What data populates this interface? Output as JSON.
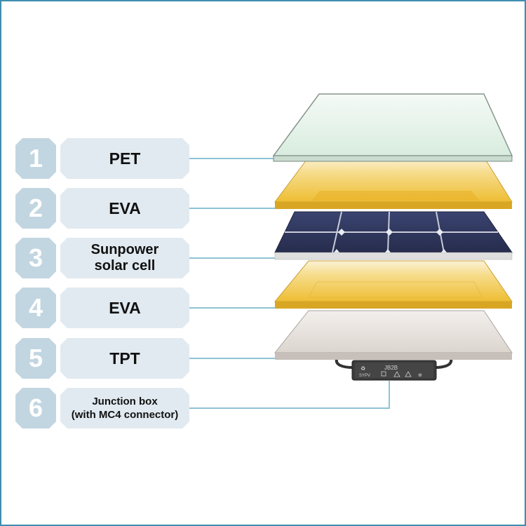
{
  "layers": [
    {
      "number": "1",
      "label": "PET"
    },
    {
      "number": "2",
      "label": "EVA"
    },
    {
      "number": "3",
      "label_line1": "Sunpower",
      "label_line2": "solar cell"
    },
    {
      "number": "4",
      "label": "EVA"
    },
    {
      "number": "5",
      "label": "TPT"
    },
    {
      "number": "6",
      "label_line1": "Junction box",
      "label_line2": "(with MC4 connector)"
    }
  ],
  "junction_box": {
    "model": "JB2B",
    "brand": "SYPV"
  },
  "colors": {
    "border": "#3f8db0",
    "badge": "#c2d6e1",
    "label_bg": "#e1eaf0",
    "leader": "#8ec3d6",
    "eva": "#f0c43c",
    "cell": "#2c3558",
    "tpt": "#ebe6e2",
    "pet": "#e2f1e8"
  }
}
